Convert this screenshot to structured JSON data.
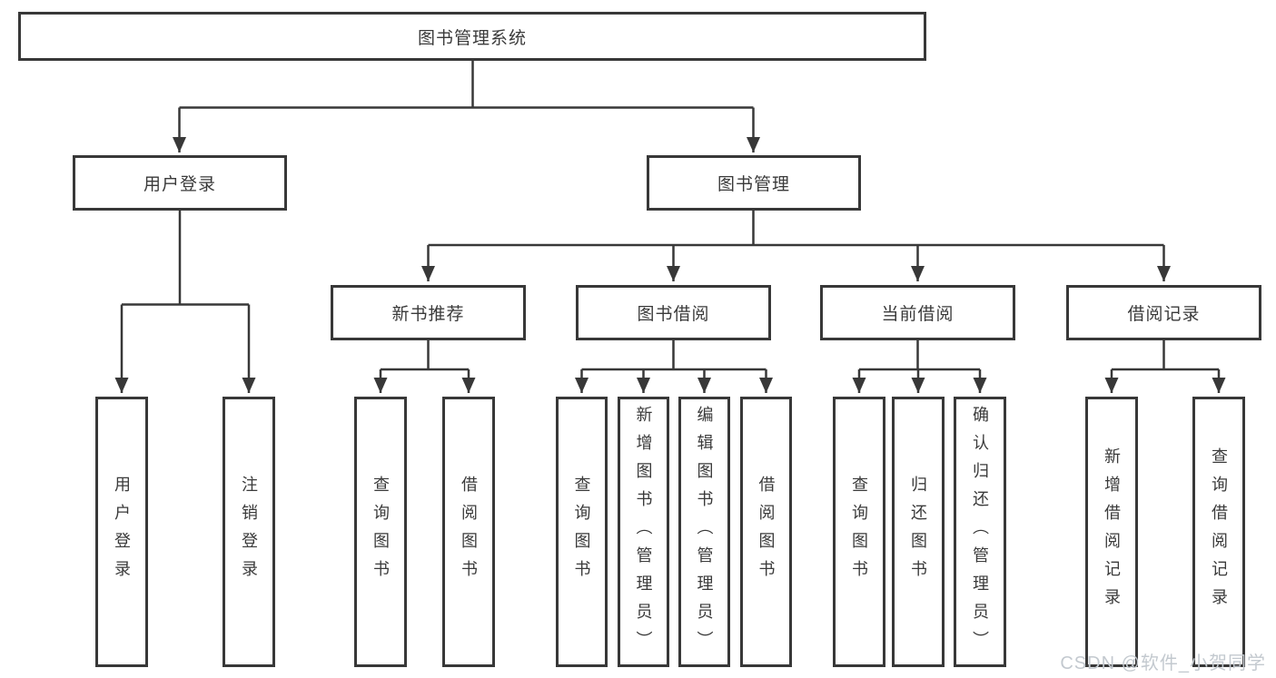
{
  "diagram": {
    "type": "hierarchy-tree",
    "line_color": "#383838",
    "box_border_color": "#383838",
    "text_color": "#3a3a3a",
    "root": {
      "label": "图书管理系统",
      "children": [
        {
          "label": "用户登录",
          "children": [
            {
              "label": "用户登录"
            },
            {
              "label": "注销登录"
            }
          ]
        },
        {
          "label": "图书管理",
          "children": [
            {
              "label": "新书推荐",
              "children": [
                {
                  "label": "查询图书"
                },
                {
                  "label": "借阅图书"
                }
              ]
            },
            {
              "label": "图书借阅",
              "children": [
                {
                  "label": "查询图书"
                },
                {
                  "label": "新增图书（管理员）"
                },
                {
                  "label": "编辑图书（管理员）"
                },
                {
                  "label": "借阅图书"
                }
              ]
            },
            {
              "label": "当前借阅",
              "children": [
                {
                  "label": "查询图书"
                },
                {
                  "label": "归还图书"
                },
                {
                  "label": "确认归还（管理员）"
                }
              ]
            },
            {
              "label": "借阅记录",
              "children": [
                {
                  "label": "新增借阅记录"
                },
                {
                  "label": "查询借阅记录"
                }
              ]
            }
          ]
        }
      ]
    }
  },
  "watermark": {
    "text": "CSDN @软件_小贺同学",
    "color": "#c3c9cf"
  }
}
